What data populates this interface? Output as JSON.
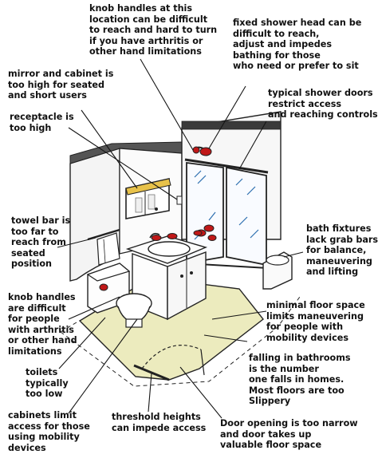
{
  "colors": {
    "ink": "#151515",
    "floor": "#ecebbe",
    "accent_red": "#c01818",
    "wall_shade": "#444444",
    "glass_blue": "#2d6fb0",
    "cabinet_trim": "#e8c24a"
  },
  "callouts": {
    "knob_high": "knob handles at this\nlocation can be difficult\nto reach and hard to turn\nif you have arthritis or\nother hand limitations",
    "shower_head": "fixed shower head can be\ndifficult to reach,\nadjust and impedes\nbathing for those\nwho need or prefer to sit",
    "mirror": "mirror and cabinet is\ntoo high for seated\nand short users",
    "shower_doors": "typical shower doors\nrestrict access\nand reaching controls",
    "receptacle": "receptacle is\ntoo high",
    "towel_bar": "towel bar is\ntoo far to\nreach from\nseated\nposition",
    "bath_fixtures": "bath fixtures\nlack grab bars\nfor balance,\nmaneuvering\nand lifting",
    "knob_low": "knob handles\nare difficult\nfor people\nwith arthritis\nor other hand\nlimitations",
    "floor_space": "minimal floor space\nlimits maneuvering\nfor people with\nmobility devices",
    "falling": "falling in bathrooms\nis the number\none falls in homes.\nMost floors are too\nSlippery",
    "toilets": "toilets\ntypically\ntoo low",
    "cabinets": "cabinets limit\naccess for those\nusing mobility\ndevices",
    "threshold": "threshold heights\ncan impede access",
    "door": "Door opening is too narrow\nand door takes up\nvaluable floor space"
  }
}
